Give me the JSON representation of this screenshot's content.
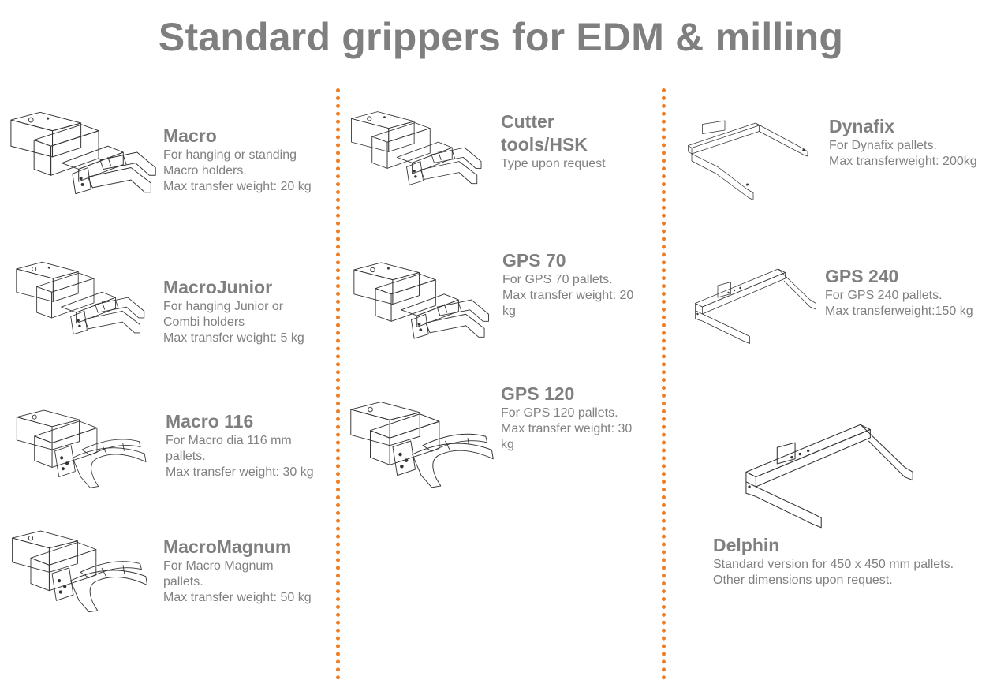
{
  "title": "Standard grippers for EDM & milling",
  "accent_color": "#f07d22",
  "products": [
    {
      "id": "macro",
      "icon": "gripper-drawing",
      "name_lines": [
        "Macro"
      ],
      "lines": [
        "For hanging or standing",
        "Macro holders.",
        "Max transfer weight: 20 kg"
      ]
    },
    {
      "id": "macrojunior",
      "icon": "gripper-drawing",
      "name_lines": [
        "MacroJunior"
      ],
      "lines": [
        "For hanging Junior or",
        "Combi holders",
        "Max transfer weight: 5 kg"
      ]
    },
    {
      "id": "macro116",
      "icon": "gripper-drawing",
      "name_lines": [
        "Macro 116"
      ],
      "lines": [
        "For Macro dia 116 mm",
        "pallets.",
        "Max transfer weight: 30 kg"
      ]
    },
    {
      "id": "macromagnum",
      "icon": "gripper-drawing",
      "name_lines": [
        "MacroMagnum"
      ],
      "lines": [
        "For Macro Magnum",
        "pallets.",
        "Max transfer weight: 50 kg"
      ]
    },
    {
      "id": "cutter",
      "icon": "gripper-drawing",
      "name_lines": [
        "Cutter",
        "tools/HSK"
      ],
      "lines": [
        "Type upon request"
      ]
    },
    {
      "id": "gps70",
      "icon": "gripper-drawing",
      "name_lines": [
        "GPS 70"
      ],
      "lines": [
        "For GPS 70  pallets.",
        "Max transfer weight: 20",
        "kg"
      ]
    },
    {
      "id": "gps120",
      "icon": "gripper-drawing",
      "name_lines": [
        "GPS 120"
      ],
      "lines": [
        "For GPS 120  pallets.",
        "Max transfer weight: 30",
        "kg"
      ]
    },
    {
      "id": "dynafix",
      "icon": "fork-gripper-drawing",
      "name_lines": [
        "Dynafix"
      ],
      "lines": [
        "For Dynafix pallets.",
        "Max transferweight: 200kg"
      ]
    },
    {
      "id": "gps240",
      "icon": "fork-gripper-drawing",
      "name_lines": [
        "GPS 240"
      ],
      "lines": [
        "For GPS 240 pallets.",
        "Max transferweight:150 kg"
      ]
    },
    {
      "id": "delphin",
      "icon": "fork-gripper-drawing",
      "name_lines": [
        "Delphin"
      ],
      "lines": [
        "Standard version for 450 x 450 mm pallets.",
        "Other dimensions upon request."
      ]
    }
  ]
}
